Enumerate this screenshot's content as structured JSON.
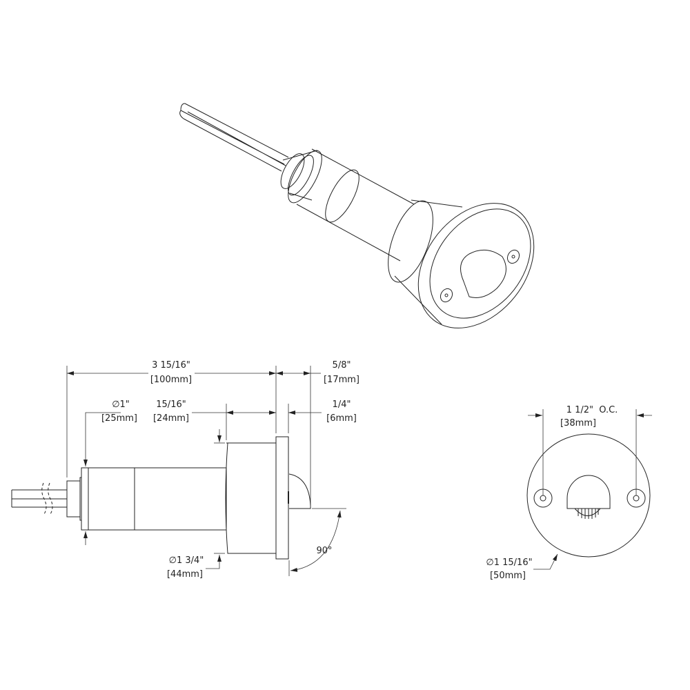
{
  "side_view": {
    "overall_length": {
      "imperial": "3 15/16\"",
      "metric": "[100mm]"
    },
    "lens_projection": {
      "imperial": "5/8\"",
      "metric": "[17mm]"
    },
    "body_diameter": {
      "imperial": "∅1\"",
      "metric": "[25mm]"
    },
    "head_length": {
      "imperial": "15/16\"",
      "metric": "[24mm]"
    },
    "flange_thickness": {
      "imperial": "1/4\"",
      "metric": "[6mm]"
    },
    "head_diameter": {
      "imperial": "∅1 3/4\"",
      "metric": "[44mm]"
    },
    "angle": "90°"
  },
  "front_view": {
    "hole_spacing": {
      "imperial": "1 1/2\"  O.C.",
      "metric": "[38mm]"
    },
    "face_diameter": {
      "imperial": "∅1 15/16\"",
      "metric": "[50mm]"
    }
  },
  "colors": {
    "line": "#222222",
    "background": "#ffffff"
  }
}
